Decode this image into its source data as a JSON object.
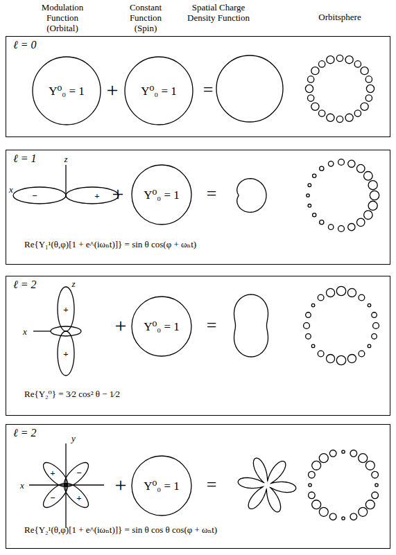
{
  "diagram": {
    "nodes": [
      {
        "text": [
          "ℓ = 0"
        ]
      },
      {
        "text": [
          "Y⁰₀ = 1"
        ],
        "in": 0
      },
      {
        "text": [
          "Y⁰₀ = 1"
        ],
        "in": 0
      },
      {
        "text": [
          "ℓ = 1",
          "Re{Y₁¹(θ,φ)[1 + e^(iωₙt)]} = sin θ cos(φ + ωₙt)"
        ]
      },
      {
        "text": [
          "Y⁰₀ = 1"
        ],
        "in": 3
      },
      {
        "text": [
          "ℓ = 2",
          "Re{Y₂⁰} = 3⁄2 cos² θ − 1⁄2"
        ]
      },
      {
        "text": [
          "Y⁰₀ = 1"
        ],
        "in": 5
      },
      {
        "text": [
          "ℓ = 2",
          "Re{Y₂¹(θ,φ)[1 + e^(iωₙt)]} = sin θ cos θ cos(φ + ωₙt)"
        ]
      },
      {
        "text": [
          "Y⁰₀ = 1"
        ],
        "in": 7
      }
    ],
    "labels": [
      "Modulation Function (Orbital)",
      "Constant Function (Spin)",
      "Spatial Charge Density Function",
      "Orbitsphere",
      "+",
      "=",
      "x",
      "z",
      "−",
      "+",
      "+",
      "=",
      "z",
      "x",
      "+",
      "+",
      "+",
      "=",
      "y",
      "x",
      "+",
      "−",
      "−",
      "+",
      "+",
      "="
    ]
  }
}
